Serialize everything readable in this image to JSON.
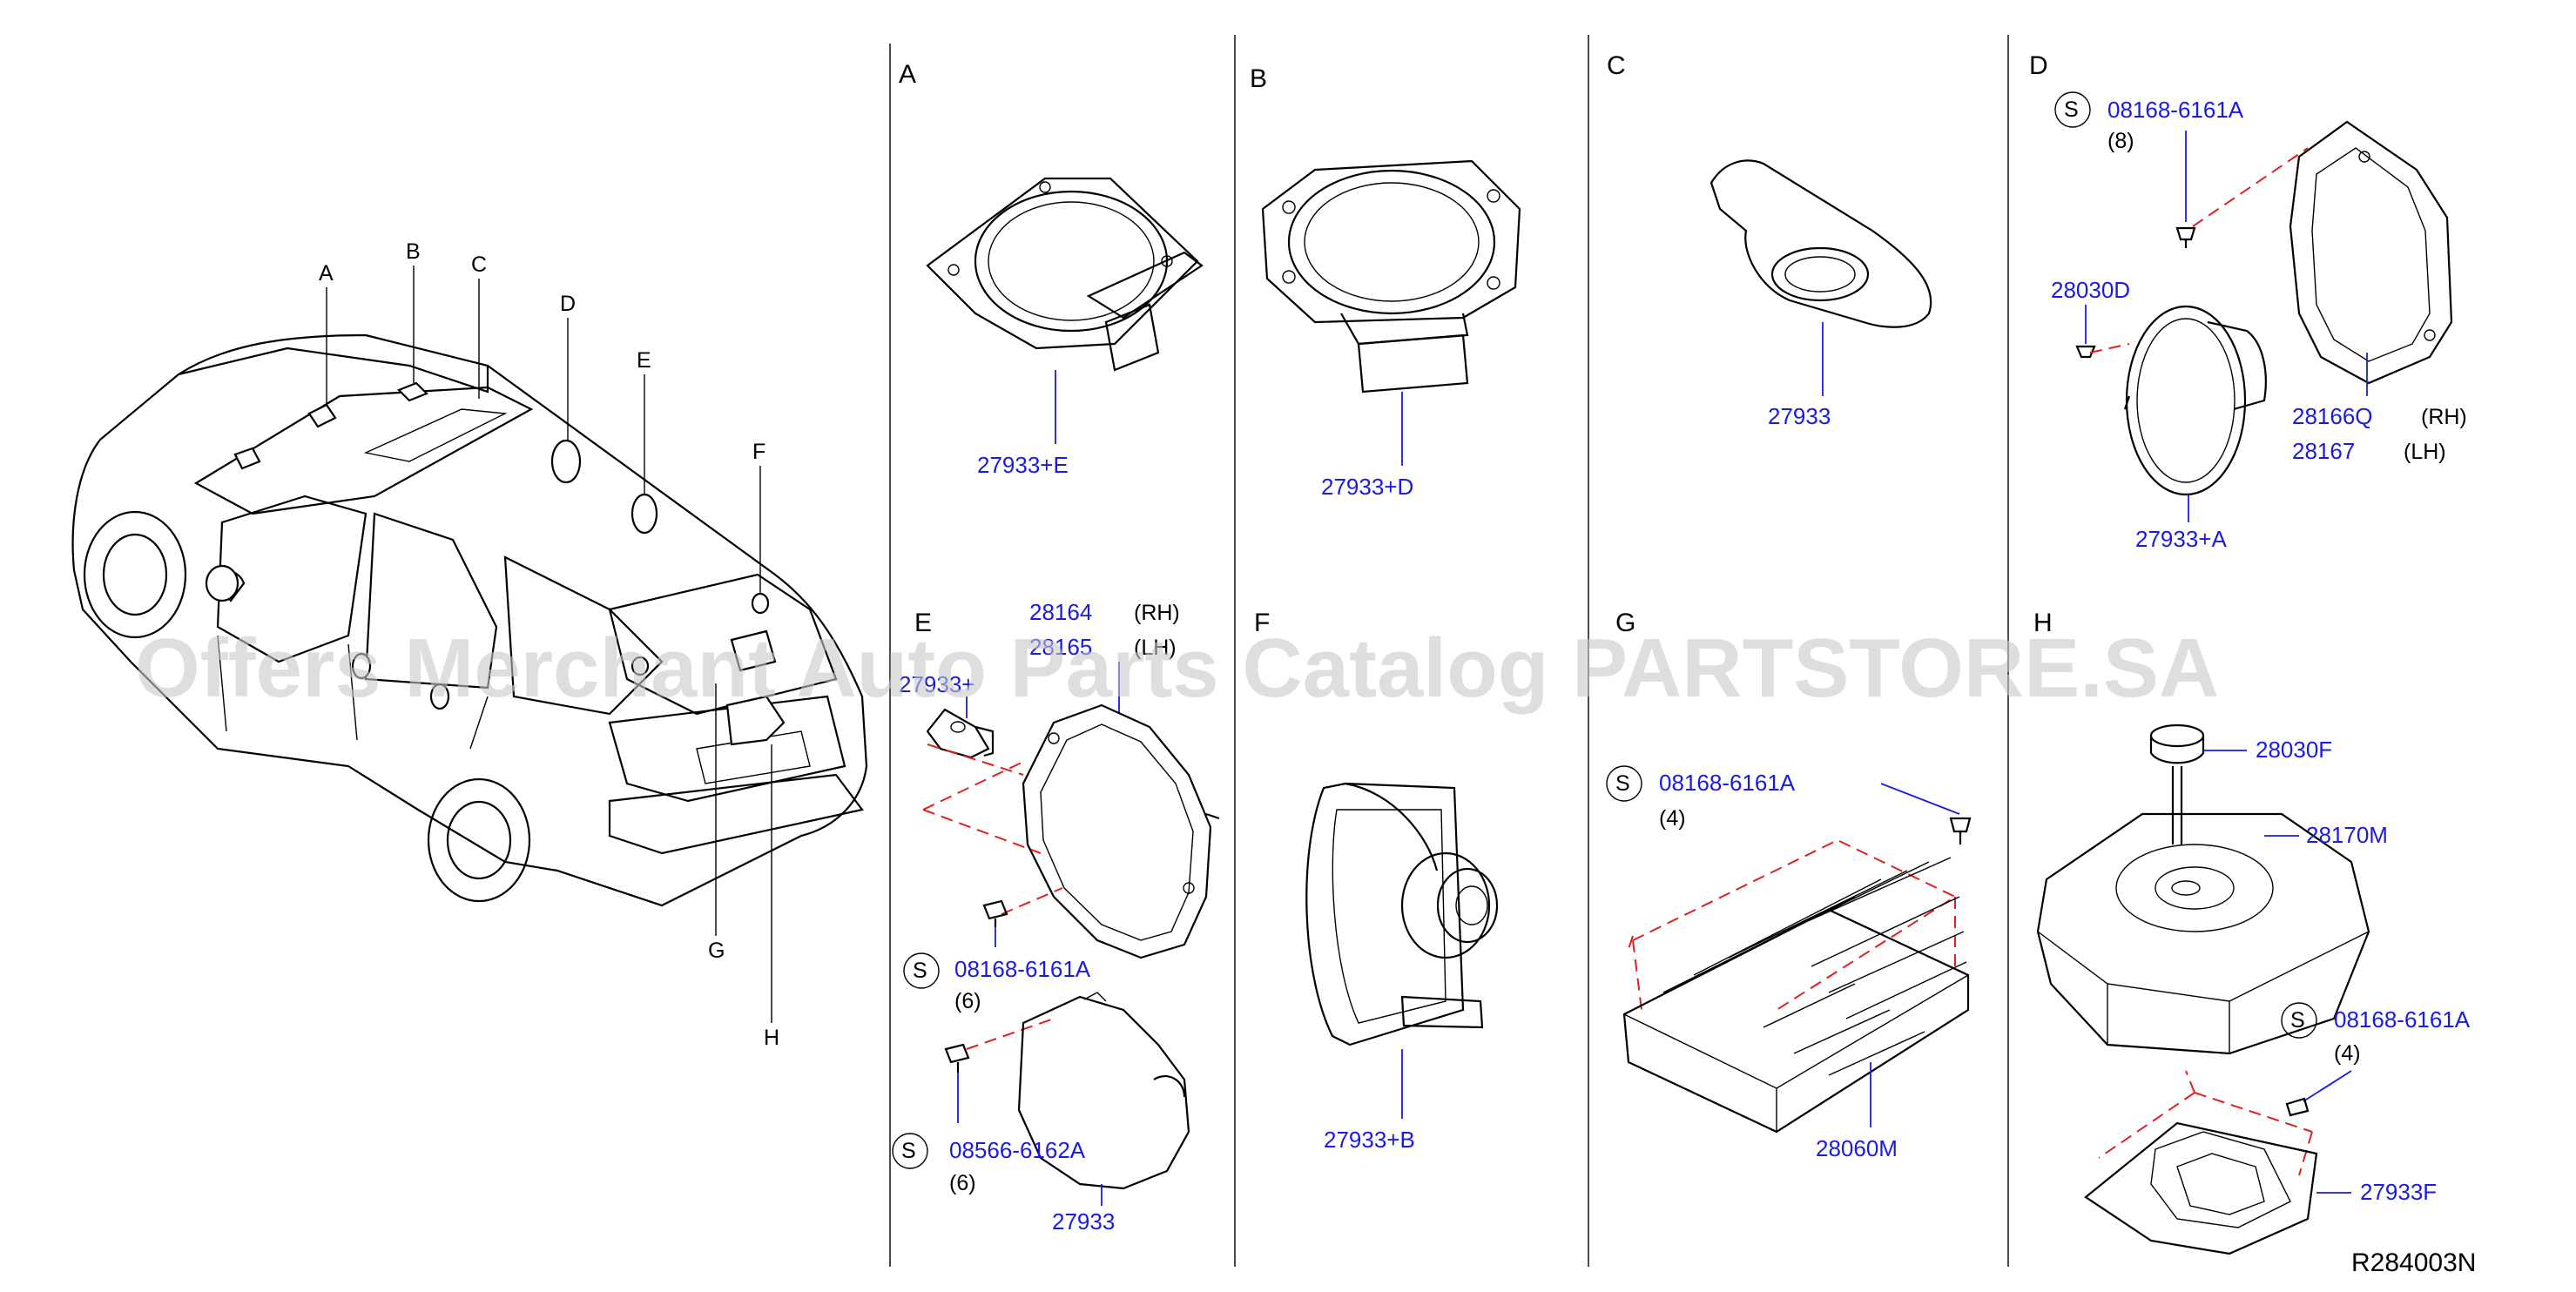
{
  "sections": {
    "A": "A",
    "B": "B",
    "C": "C",
    "D": "D",
    "E": "E",
    "F": "F",
    "G": "G",
    "H": "H"
  },
  "vehicle_callouts": {
    "A": "A",
    "B": "B",
    "C": "C",
    "D": "D",
    "E": "E",
    "F": "F",
    "G": "G",
    "H": "H"
  },
  "parts": {
    "a_speaker": "27933+E",
    "b_speaker": "27933+D",
    "c_speaker": "27933",
    "d_screw": "08168-6161A",
    "d_screw_qty": "(8)",
    "d_screw_small": "28030D",
    "d_bracket_rh": "28166Q",
    "d_bracket_rh_side": "(RH)",
    "d_bracket_lh": "28167",
    "d_bracket_lh_side": "(LH)",
    "d_speaker": "27933+A",
    "e_bracket_rh": "28164",
    "e_bracket_rh_side": "(RH)",
    "e_bracket_lh": "28165",
    "e_bracket_lh_side": "(LH)",
    "e_tweeter": "27933+",
    "e_screw_1": "08168-6161A",
    "e_screw_1_qty": "(6)",
    "e_screw_2": "08566-6162A",
    "e_screw_2_qty": "(6)",
    "e_speaker": "27933",
    "f_speaker": "27933+B",
    "g_screw": "08168-6161A",
    "g_screw_qty": "(4)",
    "g_amplifier": "28060M",
    "h_bolt": "28030F",
    "h_enclosure": "28170M",
    "h_screw": "08168-6161A",
    "h_screw_qty": "(4)",
    "h_cover": "27933F"
  },
  "s_marker": "S",
  "reference": "R284003N",
  "watermark": "Offers Merchant Auto Parts Catalog PARTSTORE.SA"
}
